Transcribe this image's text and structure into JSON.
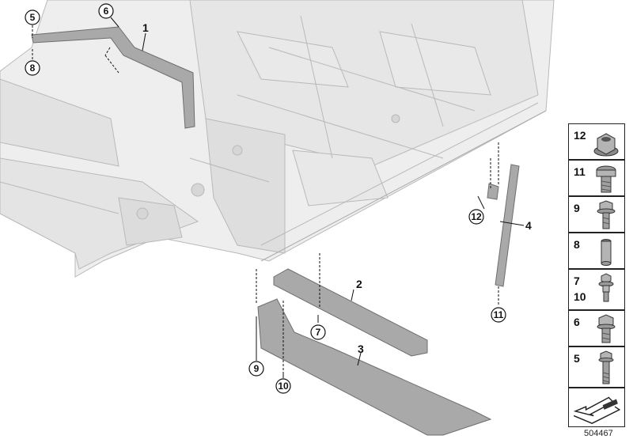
{
  "callouts": [
    {
      "id": "c5",
      "label": "5"
    },
    {
      "id": "c6",
      "label": "6"
    },
    {
      "id": "c8",
      "label": "8"
    },
    {
      "id": "c12",
      "label": "12"
    },
    {
      "id": "c7",
      "label": "7"
    },
    {
      "id": "c11",
      "label": "11"
    },
    {
      "id": "c9",
      "label": "9"
    },
    {
      "id": "c10",
      "label": "10"
    }
  ],
  "part_labels": [
    {
      "id": "p1",
      "label": "1"
    },
    {
      "id": "p2",
      "label": "2"
    },
    {
      "id": "p3",
      "label": "3"
    },
    {
      "id": "p4",
      "label": "4"
    }
  ],
  "legend": [
    {
      "labels": [
        "12"
      ],
      "icon": "flange-nut-icon"
    },
    {
      "labels": [
        "11"
      ],
      "icon": "torx-screw-icon"
    },
    {
      "labels": [
        "9"
      ],
      "icon": "hex-flange-bolt-icon"
    },
    {
      "labels": [
        "8"
      ],
      "icon": "sleeve-icon"
    },
    {
      "labels": [
        "7",
        "10"
      ],
      "icon": "collar-screw-icon"
    },
    {
      "labels": [
        "6"
      ],
      "icon": "hex-bolt-icon"
    },
    {
      "labels": [
        "5"
      ],
      "icon": "hex-bolt-long-icon"
    },
    {
      "labels": [],
      "icon": "arrow-cover-icon"
    }
  ],
  "diagram_id": "504467",
  "colors": {
    "body_fill": "#eeeeee",
    "body_stroke": "#b8b8b8",
    "part_fill": "#a9a9a9",
    "part_stroke": "#6e6e6e"
  }
}
